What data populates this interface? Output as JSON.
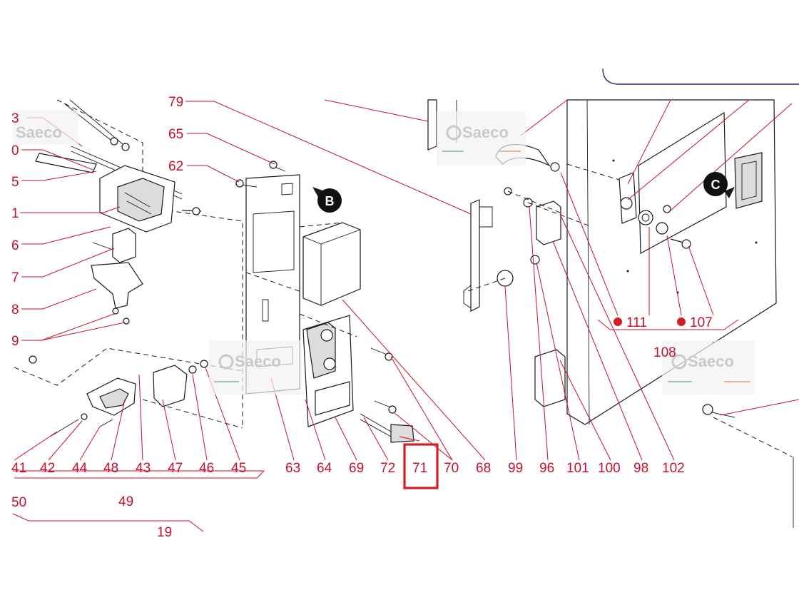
{
  "watermark": {
    "brand": "Saeco"
  },
  "badges": {
    "b": "B",
    "c": "C"
  },
  "labels_left_column": [
    "3",
    "0",
    "5",
    "1",
    "6",
    "7",
    "8",
    "9"
  ],
  "labels_bottom_row": [
    "41",
    "42",
    "44",
    "48",
    "43",
    "47",
    "46",
    "45",
    "63",
    "64",
    "69",
    "72",
    "71",
    "70",
    "68",
    "99",
    "96",
    "101",
    "100",
    "98",
    "102"
  ],
  "labels_group": {
    "l49": "49",
    "l50": "50",
    "l19": "19",
    "l108": "108"
  },
  "labels_top": {
    "l79": "79",
    "l65": "65",
    "l62": "62"
  },
  "labels_right": {
    "l111": "111",
    "l107": "107"
  },
  "highlighted_part": "71",
  "colors": {
    "label": "#c8102e",
    "highlight": "#d21f26",
    "outline": "#1a1a1a",
    "panel_border": "#1e2a6e"
  }
}
